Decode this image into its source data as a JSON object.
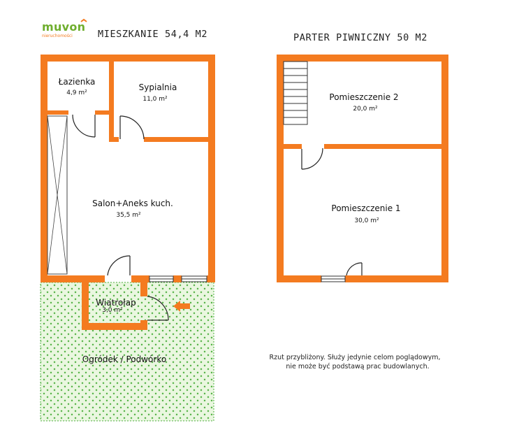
{
  "logo": {
    "name": "muvon",
    "tagline": "nieruchomości",
    "color_green": "#6fae2e",
    "color_orange": "#f47b20"
  },
  "plans": {
    "apartment": {
      "title": "MIESZKANIE 54,4 M2",
      "rooms": {
        "bathroom": {
          "name": "Łazienka",
          "area": "4,9 m²"
        },
        "bedroom": {
          "name": "Sypialnia",
          "area": "11,0 m²"
        },
        "living": {
          "name": "Salon+Aneks kuch.",
          "area": "35,5 m²"
        },
        "vestibule": {
          "name": "Wiatrołap",
          "area": "3,0 m²"
        },
        "garden": {
          "name": "Ogródek / Podwórko"
        }
      }
    },
    "basement": {
      "title": "PARTER PIWNICZNY 50 M2",
      "rooms": {
        "room2": {
          "name": "Pomieszczenie 2",
          "area": "20,0 m²"
        },
        "room1": {
          "name": "Pomieszczenie 1",
          "area": "30,0 m²"
        }
      }
    }
  },
  "disclaimer": {
    "line1": "Rzut przybliżony. Służy jedynie celom poglądowym,",
    "line2": "nie może być podstawą prac budowlanych."
  },
  "colors": {
    "wall": "#f47b20",
    "garden_fill": "#eaf7e0",
    "garden_dots": "#4caf3c"
  }
}
